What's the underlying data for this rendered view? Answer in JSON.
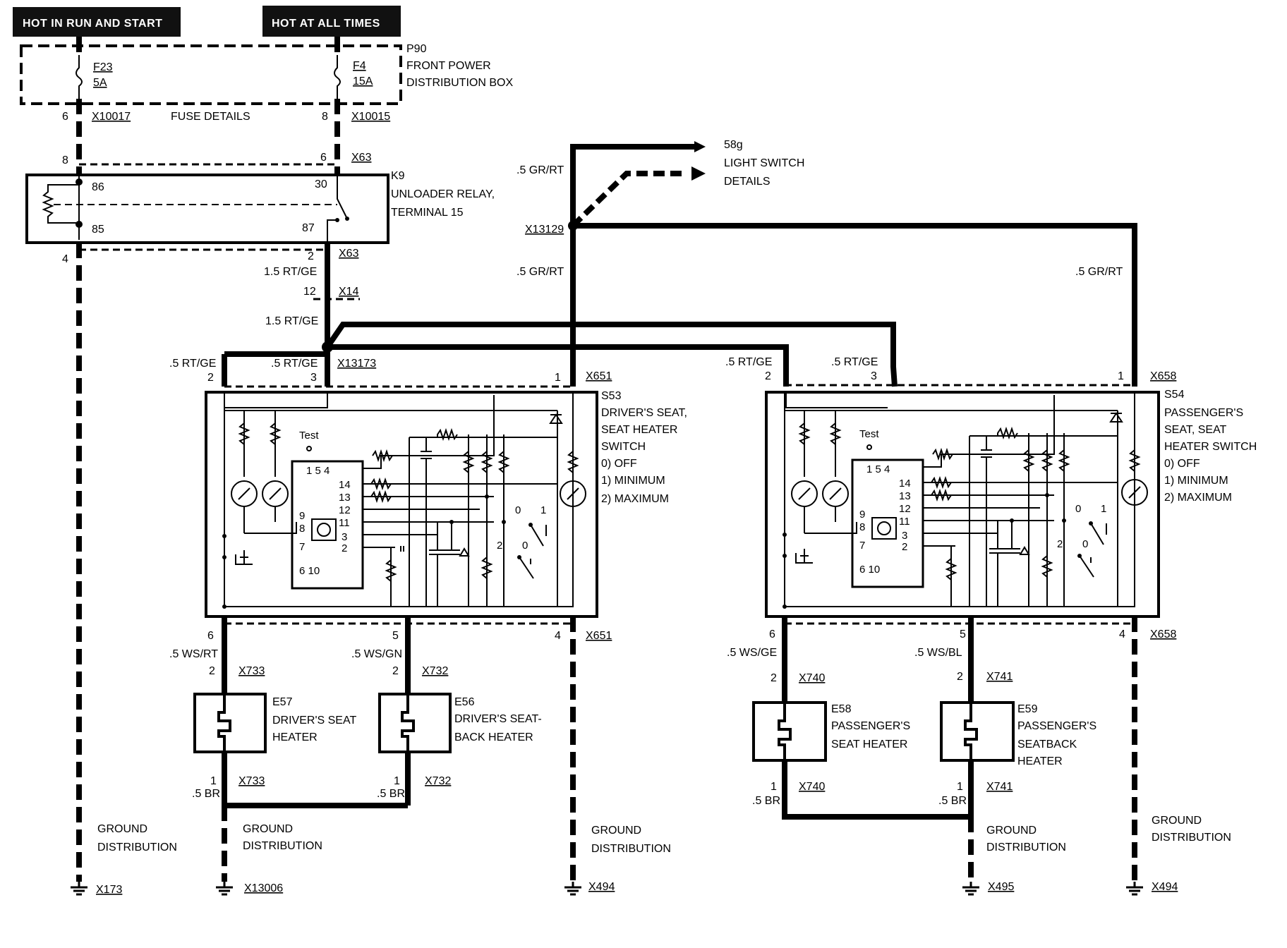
{
  "headers": {
    "hot_run_start": "HOT IN RUN AND START",
    "hot_all_times": "HOT AT ALL TIMES"
  },
  "fuse_box": {
    "id": "P90",
    "name_line1": "FRONT POWER",
    "name_line2": "DISTRIBUTION BOX",
    "fuse1_id": "F23",
    "fuse1_rating": "5A",
    "fuse2_id": "F4",
    "fuse2_rating": "15A",
    "details": "FUSE DETAILS",
    "pin_left": "6",
    "conn_left": "X10017",
    "pin_right": "8",
    "conn_right": "X10015"
  },
  "relay": {
    "id": "K9",
    "name_line1": "UNLOADER RELAY,",
    "name_line2": "TERMINAL 15",
    "pin_top_left": "8",
    "pin_top_right": "6",
    "conn_top": "X63",
    "t86": "86",
    "t85": "85",
    "t30": "30",
    "t87": "87",
    "pin_bottom_left": "4",
    "pin_bottom_right": "2",
    "conn_bottom": "X63"
  },
  "feed": {
    "wire1": "1.5 RT/GE",
    "pin_x14": "12",
    "conn_x14": "X14",
    "wire2": "1.5 RT/GE",
    "splice": "X13173"
  },
  "light_switch": {
    "wire_top": ".5 GR/RT",
    "splice": "X13129",
    "id": "58g",
    "line1": "LIGHT SWITCH",
    "line2": "DETAILS",
    "wire_down": ".5 GR/RT",
    "wire_right": ".5 GR/RT"
  },
  "driver_switch": {
    "id": "S53",
    "line1": "DRIVER'S SEAT,",
    "line2": "SEAT HEATER",
    "line3": "SWITCH",
    "opt0": "0)   OFF",
    "opt1": "1)   MINIMUM",
    "opt2": "2)   MAXIMUM",
    "wire_pin2": ".5 RT/GE",
    "pin2": "2",
    "wire_pin3": ".5 RT/GE",
    "pin3": "3",
    "pin1": "1",
    "conn_top": "X651",
    "pin6": "6",
    "pin5": "5",
    "pin4": "4",
    "conn_bottom": "X651",
    "test": "Test",
    "ic_top_pins": "1  5  4",
    "ic_right_pins": [
      "14",
      "13",
      "12",
      "11",
      "3",
      "2"
    ],
    "ic_left_pins": [
      "9",
      "8",
      "7"
    ],
    "ic_bottom_pins": "6    10",
    "sw0": "0",
    "sw1": "1",
    "sw2": "2",
    "sw0b": "0"
  },
  "passenger_switch": {
    "id": "S54",
    "line1": "PASSENGER'S",
    "line2": "SEAT, SEAT",
    "line3": "HEATER SWITCH",
    "opt0": "0)   OFF",
    "opt1": "1)   MINIMUM",
    "opt2": "2)   MAXIMUM",
    "wire_pin2": ".5 RT/GE",
    "pin2": "2",
    "wire_pin3": ".5 RT/GE",
    "pin3": "3",
    "pin1": "1",
    "conn_top": "X658",
    "pin6": "6",
    "pin5": "5",
    "pin4": "4",
    "conn_bottom": "X658",
    "test": "Test",
    "ic_top_pins": "1  5  4",
    "ic_right_pins": [
      "14",
      "13",
      "12",
      "11",
      "3",
      "2"
    ],
    "ic_left_pins": [
      "9",
      "8",
      "7"
    ],
    "ic_bottom_pins": "6    10",
    "sw0": "0",
    "sw1": "1",
    "sw2": "2",
    "sw0b": "0"
  },
  "heaters": {
    "e57": {
      "id": "E57",
      "line1": "DRIVER'S SEAT",
      "line2": "HEATER",
      "wire_top": ".5 WS/RT",
      "pin_top": "2",
      "conn_top": "X733",
      "pin_bot": "1",
      "conn_bot": "X733",
      "wire_bot": ".5 BR"
    },
    "e56": {
      "id": "E56",
      "line1": "DRIVER'S SEAT-",
      "line2": "BACK HEATER",
      "wire_top": ".5 WS/GN",
      "pin_top": "2",
      "conn_top": "X732",
      "pin_bot": "1",
      "conn_bot": "X732",
      "wire_bot": ".5 BR"
    },
    "e58": {
      "id": "E58",
      "line1": "PASSENGER'S",
      "line2": "SEAT HEATER",
      "wire_top": ".5 WS/GE",
      "pin_top": "2",
      "conn_top": "X740",
      "pin_bot": "1",
      "conn_bot": "X740",
      "wire_bot": ".5 BR"
    },
    "e59": {
      "id": "E59",
      "line1": "PASSENGER'S",
      "line2": "SEATBACK",
      "line3": "HEATER",
      "wire_top": ".5 WS/BL",
      "pin_top": "2",
      "conn_top": "X741",
      "pin_bot": "1",
      "conn_bot": "X741",
      "wire_bot": ".5 BR"
    }
  },
  "grounds": {
    "label_line1": "GROUND",
    "label_line2": "DISTRIBUTION",
    "g1": "X173",
    "g2": "X13006",
    "g3": "X494",
    "g4": "X495",
    "g5": "X494"
  }
}
